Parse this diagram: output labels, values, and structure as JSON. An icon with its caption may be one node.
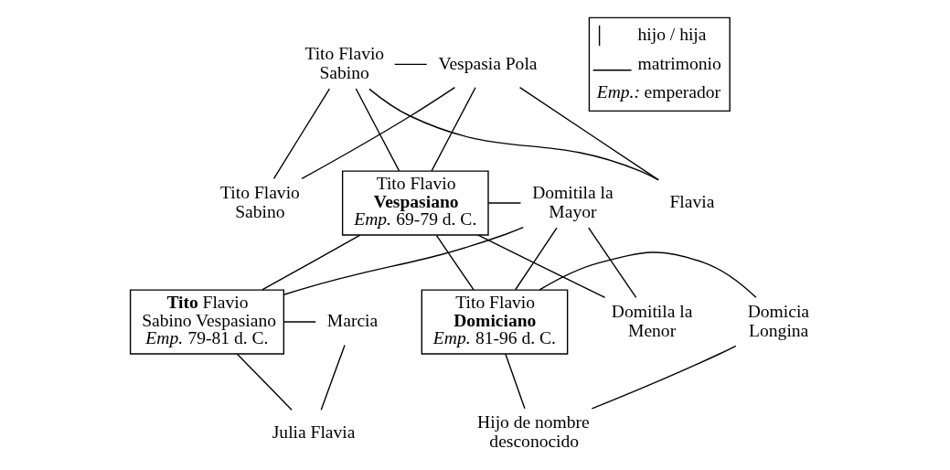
{
  "diagram": {
    "nodes": [
      {
        "text": [
          "Tito Flavio Sabino"
        ]
      },
      {
        "text": [
          "Vespasia Pola"
        ]
      },
      {
        "text": [
          "Tito Flavio Sabino"
        ]
      },
      {
        "text": [
          "Tito Flavio **Vespasiano**",
          "*Emp.* 69-79 d. C."
        ]
      },
      {
        "text": [
          "Flavia"
        ]
      },
      {
        "text": [
          "Domitila la Mayor"
        ]
      },
      {
        "text": [
          "Domitila la Menor"
        ]
      },
      {
        "text": [
          "**Tito** Flavio Sabino Vespasiano",
          "*Emp.* 79-81 d. C."
        ]
      },
      {
        "text": [
          "Marcia"
        ]
      },
      {
        "text": [
          "Tito Flavio **Domiciano**",
          "*Emp.* 81-96 d. C."
        ]
      },
      {
        "text": [
          "Domicia Longina"
        ]
      },
      {
        "text": [
          "Julia Flavia"
        ]
      },
      {
        "text": [
          "Hijo de nombre desconocido"
        ]
      }
    ],
    "edges": [
      {
        "from": 0,
        "to": 1,
        "arrow": "none"
      },
      {
        "from": 0,
        "to": 2,
        "arrow": "none"
      },
      {
        "from": 1,
        "to": 2,
        "arrow": "none"
      },
      {
        "from": 0,
        "to": 3,
        "arrow": "none"
      },
      {
        "from": 1,
        "to": 3,
        "arrow": "none"
      },
      {
        "from": 0,
        "to": 4,
        "arrow": "none"
      },
      {
        "from": 1,
        "to": 4,
        "arrow": "none"
      },
      {
        "from": 3,
        "to": 5,
        "arrow": "none"
      },
      {
        "from": 3,
        "to": 6,
        "arrow": "none"
      },
      {
        "from": 5,
        "to": 6,
        "arrow": "none"
      },
      {
        "from": 3,
        "to": 7,
        "arrow": "none"
      },
      {
        "from": 5,
        "to": 7,
        "arrow": "none"
      },
      {
        "from": 3,
        "to": 9,
        "arrow": "none"
      },
      {
        "from": 5,
        "to": 9,
        "arrow": "none"
      },
      {
        "from": 7,
        "to": 8,
        "arrow": "none"
      },
      {
        "from": 7,
        "to": 11,
        "arrow": "none"
      },
      {
        "from": 8,
        "to": 11,
        "arrow": "none"
      },
      {
        "from": 9,
        "to": 10,
        "arrow": "none"
      },
      {
        "from": 9,
        "to": 12,
        "arrow": "none"
      },
      {
        "from": 10,
        "to": 12,
        "arrow": "none"
      }
    ],
    "legend": [
      {
        "text": "hijo / hija"
      },
      {
        "text": "matrimonio"
      },
      {
        "text": "*Emp.:* emperador"
      }
    ]
  }
}
